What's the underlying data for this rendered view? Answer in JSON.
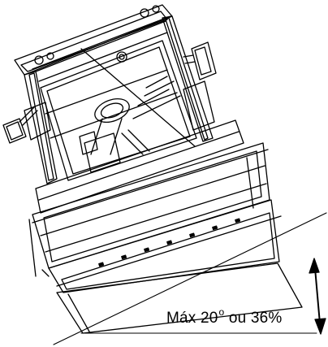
{
  "slope_label": {
    "prefix": "Máx 20",
    "degree_symbol": "o",
    "suffix": " ou 36%"
  },
  "colors": {
    "line": "#000000",
    "background": "#ffffff"
  },
  "icons": {
    "slope_arrow": "double-headed-vertical-arrow-icon"
  }
}
